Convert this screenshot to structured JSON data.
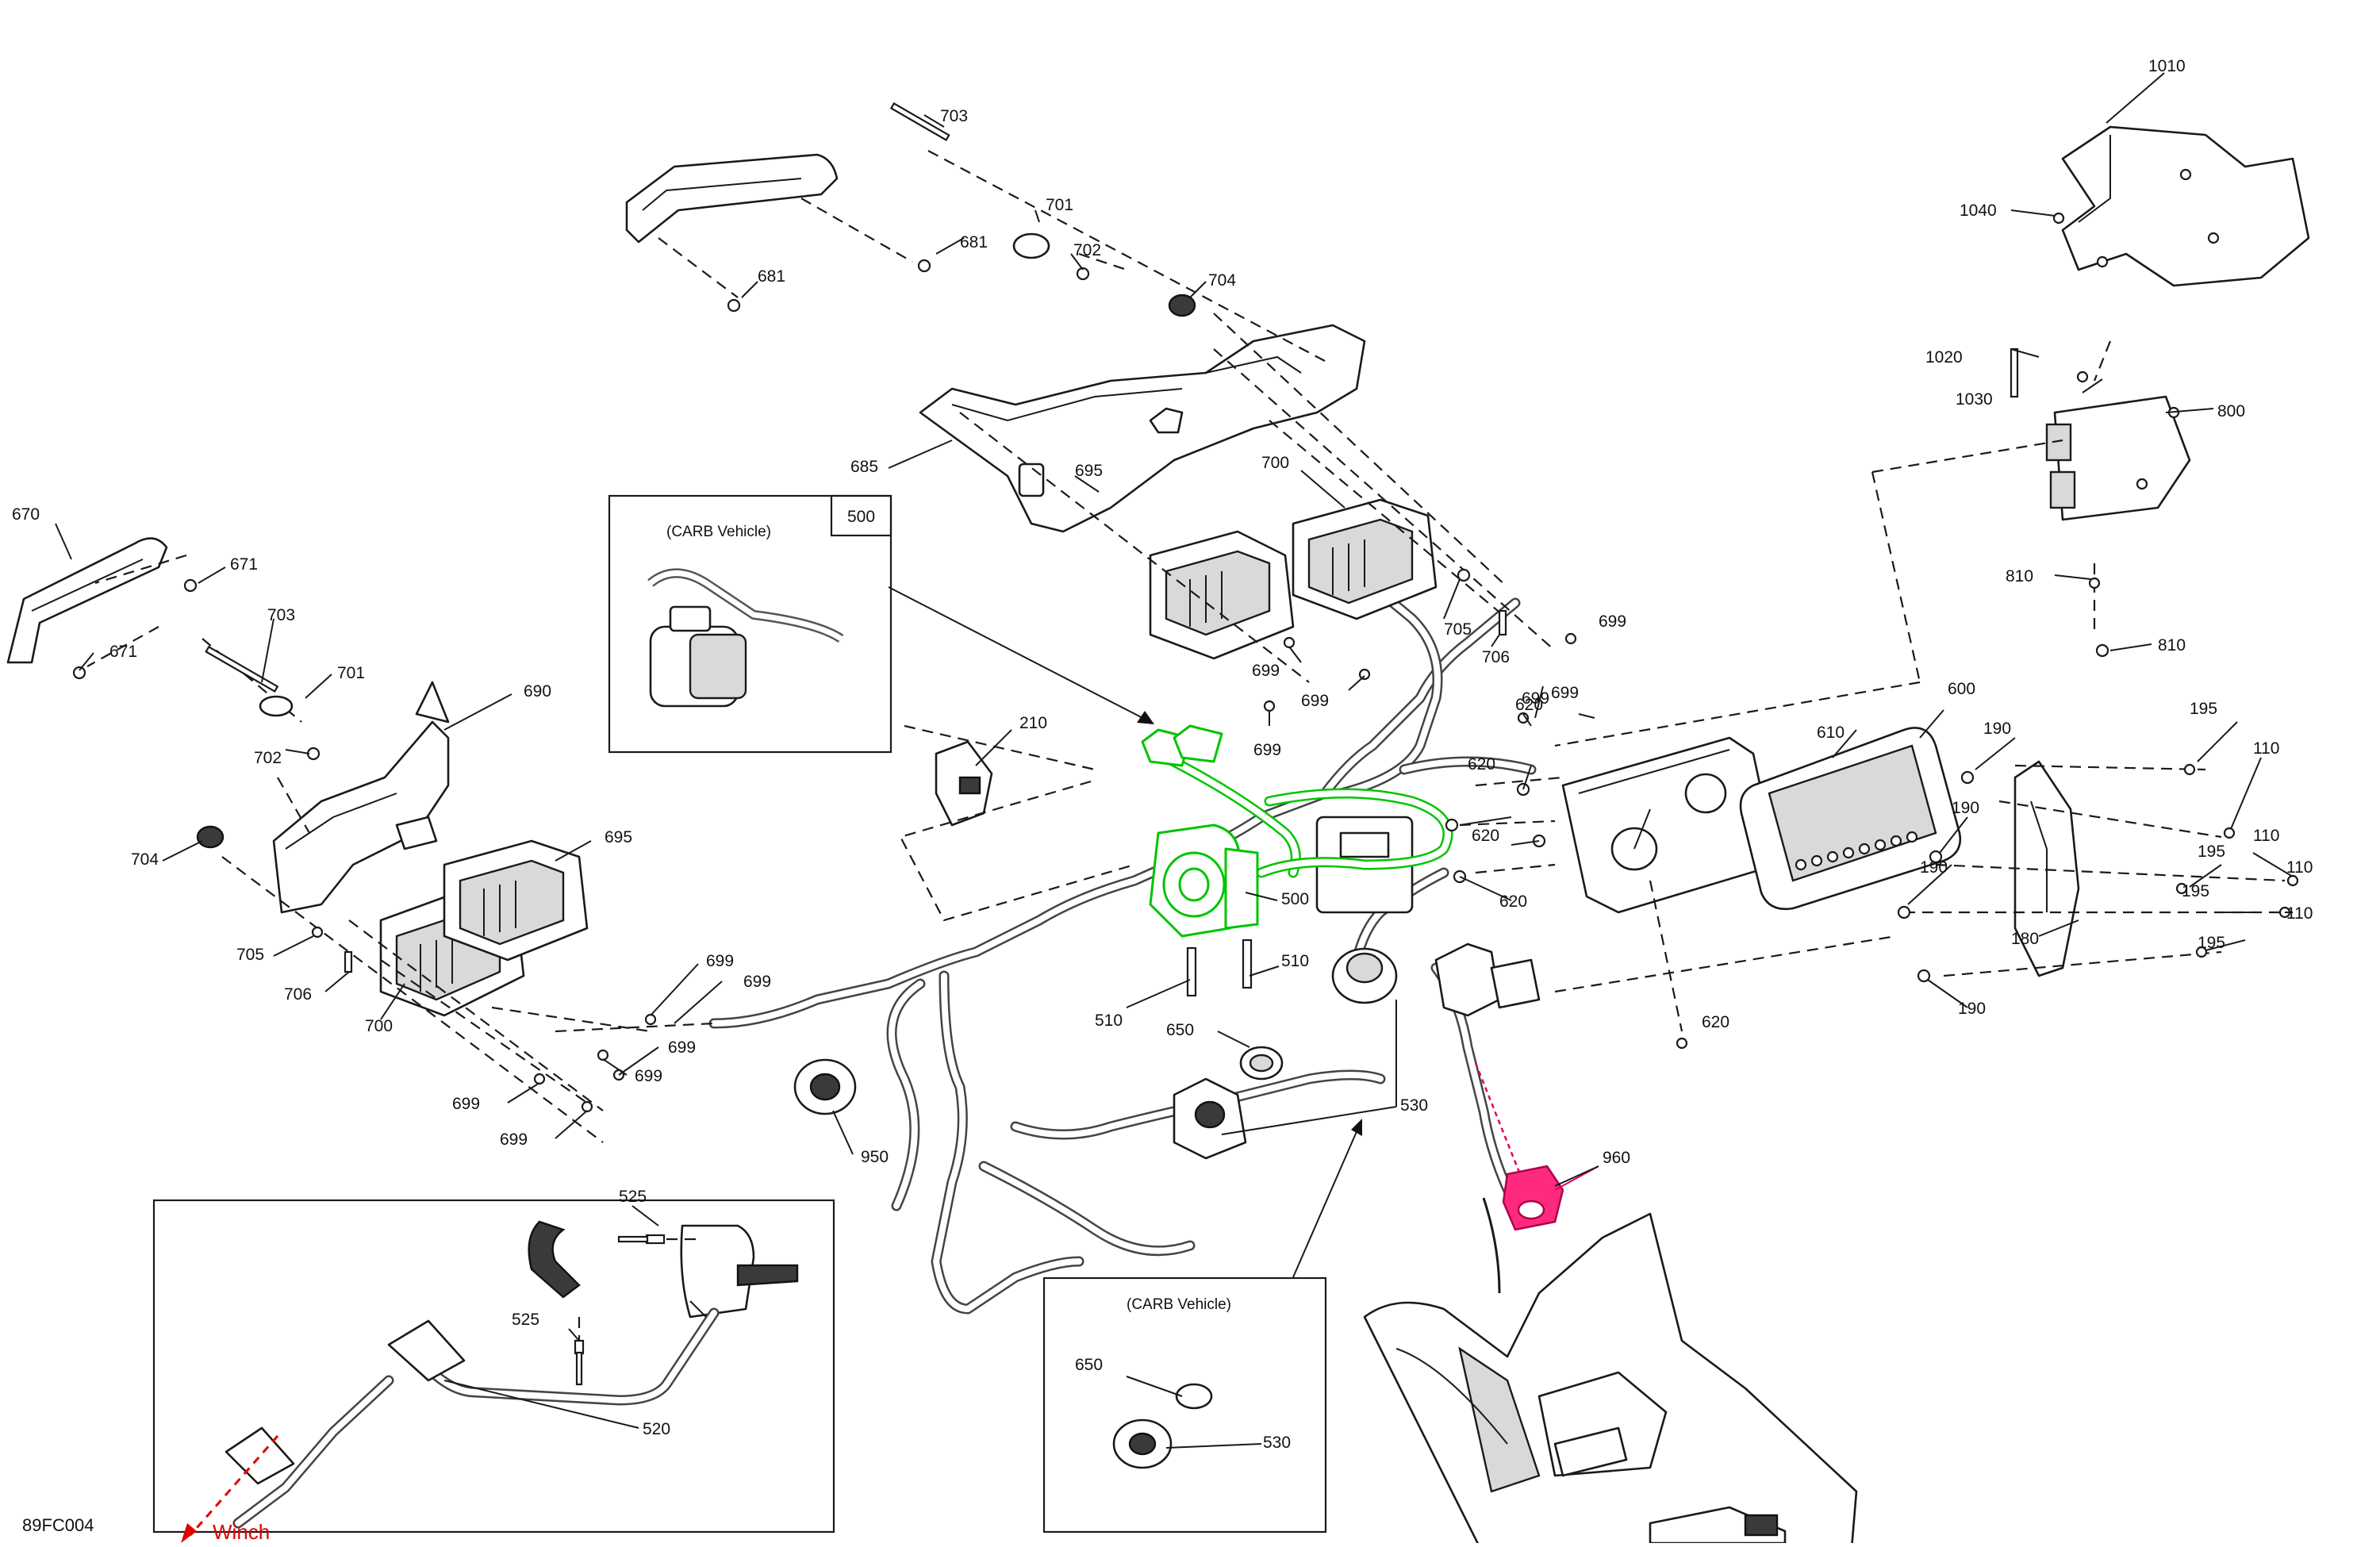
{
  "diagram_id": "89FC004",
  "winch_label": "Winch",
  "inset_labels": {
    "carb_a": "(CARB Vehicle)",
    "carb_a_ref": "500",
    "carb_b": "(CARB Vehicle)"
  },
  "callouts": {
    "c1010": "1010",
    "c1040": "1040",
    "c1020": "1020",
    "c1030": "1030",
    "c800": "800",
    "c810a": "810",
    "c810b": "810",
    "c703a": "703",
    "c701a": "701",
    "c702a": "702",
    "c681a": "681",
    "c681b": "681",
    "c704a": "704",
    "c685": "685",
    "c700a": "700",
    "c695a": "695",
    "c699a": "699",
    "c699b": "699",
    "c699c": "699",
    "c699d": "699",
    "c699e": "699",
    "c705a": "705",
    "c706a": "706",
    "c670": "670",
    "c671a": "671",
    "c671b": "671",
    "c703b": "703",
    "c701b": "701",
    "c702b": "702",
    "c690": "690",
    "c695b": "695",
    "c704b": "704",
    "c705b": "705",
    "c706b": "706",
    "c700b": "700",
    "c699f": "699",
    "c699g": "699",
    "c699h": "699",
    "c699i": "699",
    "c699j": "699",
    "c699k": "699",
    "c210": "210",
    "c500": "500",
    "c510a": "510",
    "c510b": "510",
    "c620a": "620",
    "c620b": "620",
    "c620c": "620",
    "c620d": "620",
    "c620e": "620",
    "c610": "610",
    "c600": "600",
    "c190a": "190",
    "c190b": "190",
    "c190c": "190",
    "c190d": "190",
    "c195a": "195",
    "c195b": "195",
    "c195c": "195",
    "c195d": "195",
    "c110a": "110",
    "c110b": "110",
    "c110c": "110",
    "c110d": "110",
    "c180": "180",
    "c650a": "650",
    "c530a": "530",
    "c950": "950",
    "c960": "960",
    "c525a": "525",
    "c525b": "525",
    "c520": "520",
    "c650b": "650",
    "c530b": "530"
  },
  "colors": {
    "highlight_green": "#00c400",
    "highlight_pink": "#ff2a7f",
    "winch_red": "#e00000"
  }
}
